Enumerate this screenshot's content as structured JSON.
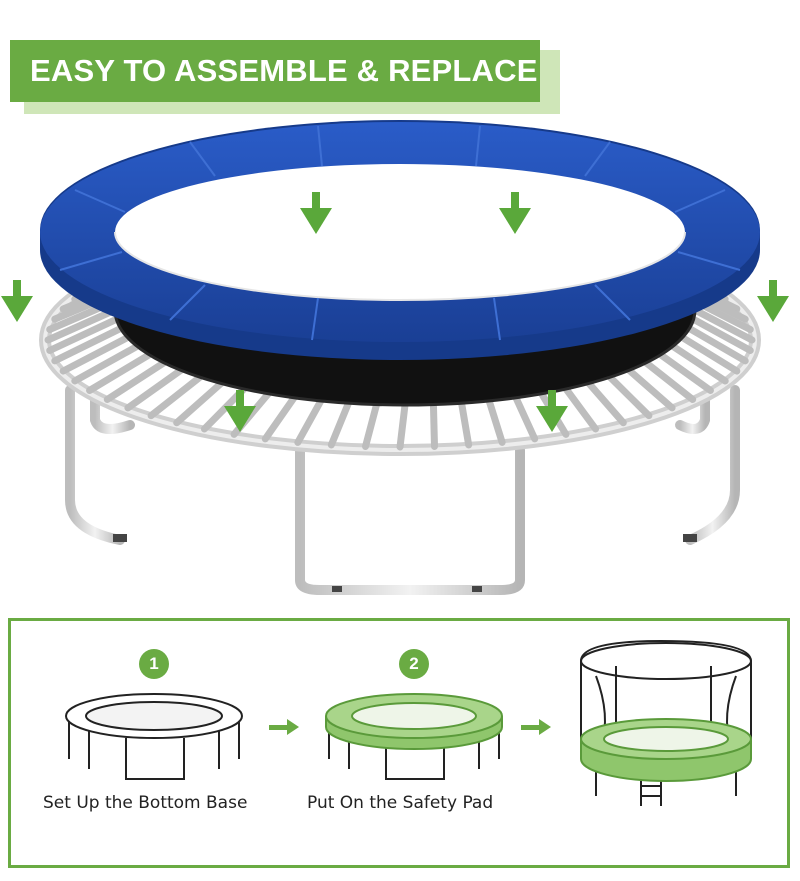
{
  "banner": {
    "title": "EASY TO ASSEMBLE & REPLACE"
  },
  "colors": {
    "accent_green": "#6aab43",
    "pad_blue": "#1f4fb0",
    "mat_black": "#111111",
    "frame_silver": "#d8d8d8"
  },
  "steps": [
    {
      "number": "1",
      "label": "Set Up the Bottom Base"
    },
    {
      "number": "2",
      "label": "Put On the Safety Pad"
    }
  ],
  "icons": [
    "down-arrow-icon",
    "right-arrow-icon"
  ]
}
